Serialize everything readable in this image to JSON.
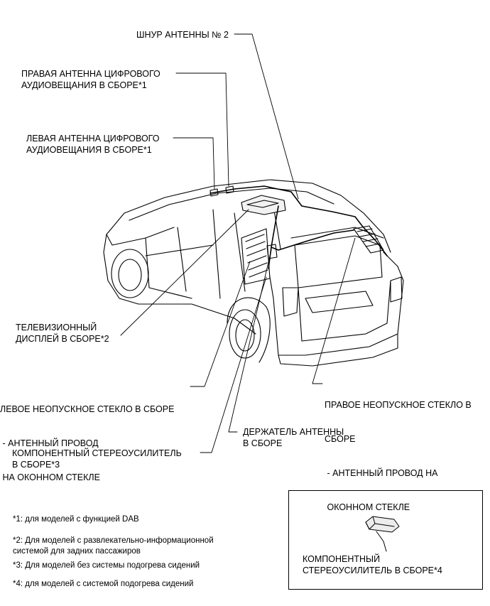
{
  "callouts": {
    "antenna_cord_2": [
      "ШНУР АНТЕННЫ № 2"
    ],
    "right_dab_antenna": [
      "ПРАВАЯ АНТЕННА ЦИФРОВОГО",
      "АУДИОВЕЩАНИЯ В СБОРЕ*1"
    ],
    "left_dab_antenna": [
      "ЛЕВАЯ АНТЕННА ЦИФРОВОГО",
      "АУДИОВЕЩАНИЯ В СБОРЕ*1"
    ],
    "tv_display": [
      "ТЕЛЕВИЗИОННЫЙ",
      "ДИСПЛЕЙ В СБОРЕ*2"
    ],
    "left_quarter_glass": [
      "ЛЕВОЕ НЕОПУСКНОЕ СТЕКЛО В СБОРЕ",
      " - АНТЕННЫЙ ПРОВОД",
      " НА ОКОННОМ СТЕКЛЕ"
    ],
    "right_quarter_glass": [
      "ПРАВОЕ НЕОПУСКНОЕ СТЕКЛО В",
      "СБОРЕ",
      " - АНТЕННЫЙ ПРОВОД НА",
      " ОКОННОМ СТЕКЛЕ"
    ],
    "antenna_holder": [
      "ДЕРЖАТЕЛЬ АНТЕННЫ",
      "В СБОРЕ"
    ],
    "stereo_amplifier": [
      "КОМПОНЕНТНЫЙ СТЕРЕОУСИЛИТЕЛЬ",
      "В СБОРЕ*3"
    ]
  },
  "inset": {
    "label": [
      "КОМПОНЕНТНЫЙ",
      "СТЕРЕОУСИЛИТЕЛЬ В СБОРЕ*4"
    ]
  },
  "footnotes": {
    "n1": [
      "*1: для моделей с функцией DAB"
    ],
    "n2": [
      "*2: Для моделей с развлекательно-информационной",
      "системой для задних пассажиров"
    ],
    "n3": [
      "*3: Для моделей без системы подогрева сидений"
    ],
    "n4": [
      "*4: для моделей с системой подогрева сидений"
    ]
  }
}
